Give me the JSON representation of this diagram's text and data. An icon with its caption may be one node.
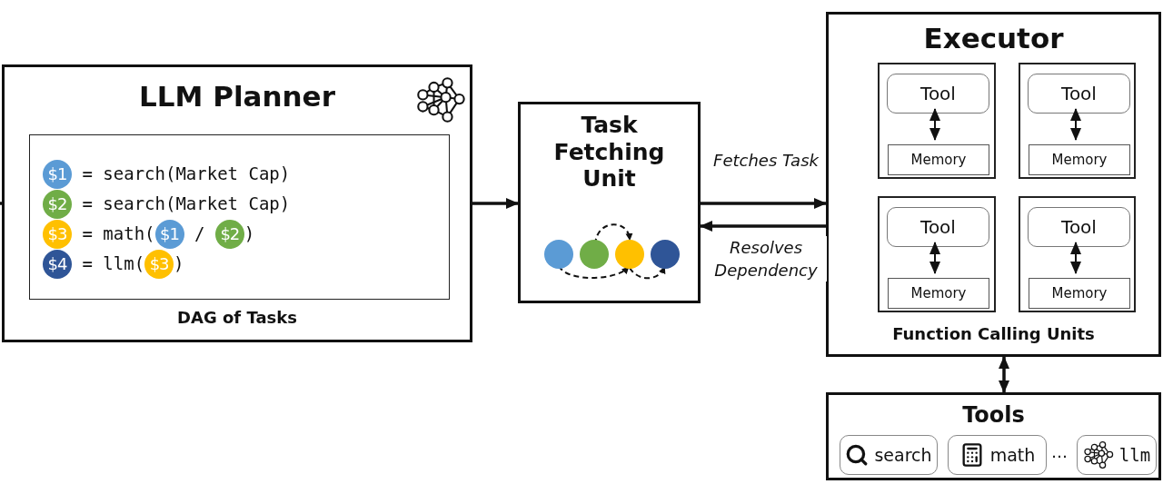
{
  "diagram": {
    "nodes": [
      {
        "text": [
          "LLM Planner",
          "DAG of Tasks"
        ]
      },
      {
        "text": [
          "$1 = search(Market Cap)",
          "$2 = search(Market Cap)",
          "$3 = math($1 / $2)",
          "$4 = llm($3)"
        ],
        "in": 0
      },
      {
        "text": [
          "Task Fetching Unit"
        ]
      },
      {
        "text": [
          "Executor",
          "Function Calling Units"
        ]
      },
      {
        "text": [],
        "shape": "box",
        "in": 3
      },
      {
        "text": [
          "Tool"
        ],
        "in": 4
      },
      {
        "text": [
          "Memory"
        ],
        "in": 4
      },
      {
        "text": [],
        "shape": "box",
        "in": 3
      },
      {
        "text": [
          "Tool"
        ],
        "in": 7
      },
      {
        "text": [
          "Memory"
        ],
        "in": 7
      },
      {
        "text": [],
        "shape": "box",
        "in": 3
      },
      {
        "text": [
          "Tool"
        ],
        "in": 10
      },
      {
        "text": [
          "Memory"
        ],
        "in": 10
      },
      {
        "text": [],
        "shape": "box",
        "in": 3
      },
      {
        "text": [
          "Tool"
        ],
        "in": 13
      },
      {
        "text": [
          "Memory"
        ],
        "in": 13
      },
      {
        "text": [
          "Tools"
        ]
      },
      {
        "text": [
          "search"
        ],
        "in": 16
      },
      {
        "text": [
          "math"
        ],
        "in": 16
      },
      {
        "text": [
          "llm"
        ],
        "in": 16
      }
    ],
    "edges": [
      {
        "from": null,
        "to": 0,
        "arrow": "none"
      },
      {
        "from": 0,
        "to": 2,
        "arrow": "to"
      },
      {
        "from": 2,
        "to": 3,
        "arrow": "to",
        "label": "Fetches Task"
      },
      {
        "from": 3,
        "to": 2,
        "arrow": "to",
        "label": "Resolves Dependency"
      },
      {
        "from": 5,
        "to": 6,
        "arrow": "both"
      },
      {
        "from": 8,
        "to": 9,
        "arrow": "both"
      },
      {
        "from": 11,
        "to": 12,
        "arrow": "both"
      },
      {
        "from": 14,
        "to": 15,
        "arrow": "both"
      },
      {
        "from": 3,
        "to": 16,
        "arrow": "both"
      }
    ],
    "labels": [
      "…"
    ]
  }
}
